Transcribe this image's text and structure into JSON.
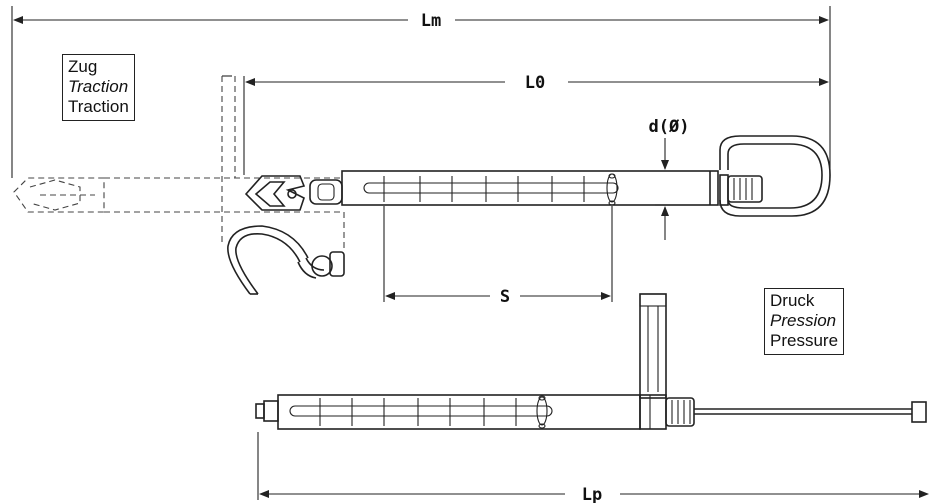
{
  "dimensions": {
    "lm": "Lm",
    "l0": "L0",
    "d": "d(Ø)",
    "s": "S",
    "lp": "Lp"
  },
  "traction_label": {
    "de": "Zug",
    "fr": "Traction",
    "en": "Traction"
  },
  "pressure_label": {
    "de": "Druck",
    "fr": "Pression",
    "en": "Pressure"
  }
}
